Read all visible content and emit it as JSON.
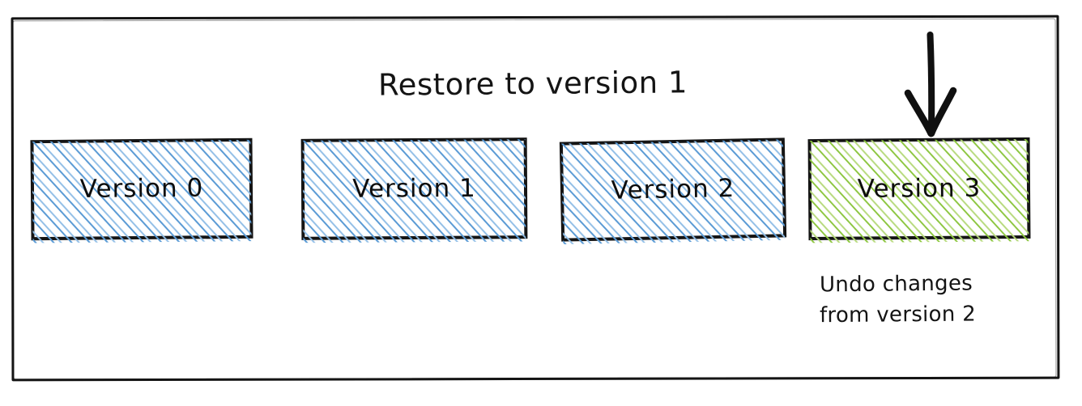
{
  "diagram": {
    "title": "Restore to version 1",
    "frame": {
      "label": "diagram-frame"
    },
    "boxes": [
      {
        "label": "Version 0",
        "color": "#5b9bd5",
        "state": "previous"
      },
      {
        "label": "Version 1",
        "color": "#5b9bd5",
        "state": "previous"
      },
      {
        "label": "Version 2",
        "color": "#5b9bd5",
        "state": "previous"
      },
      {
        "label": "Version 3",
        "color": "#8cc63f",
        "state": "current"
      }
    ],
    "annotation": {
      "arrow": "down-arrow-icon",
      "caption_line1": "Undo changes",
      "caption_line2": "from version 2"
    },
    "colors": {
      "ink": "#141414",
      "blue_hatch": "#5b9bd5",
      "green_hatch": "#8cc63f",
      "background": "#ffffff"
    }
  }
}
